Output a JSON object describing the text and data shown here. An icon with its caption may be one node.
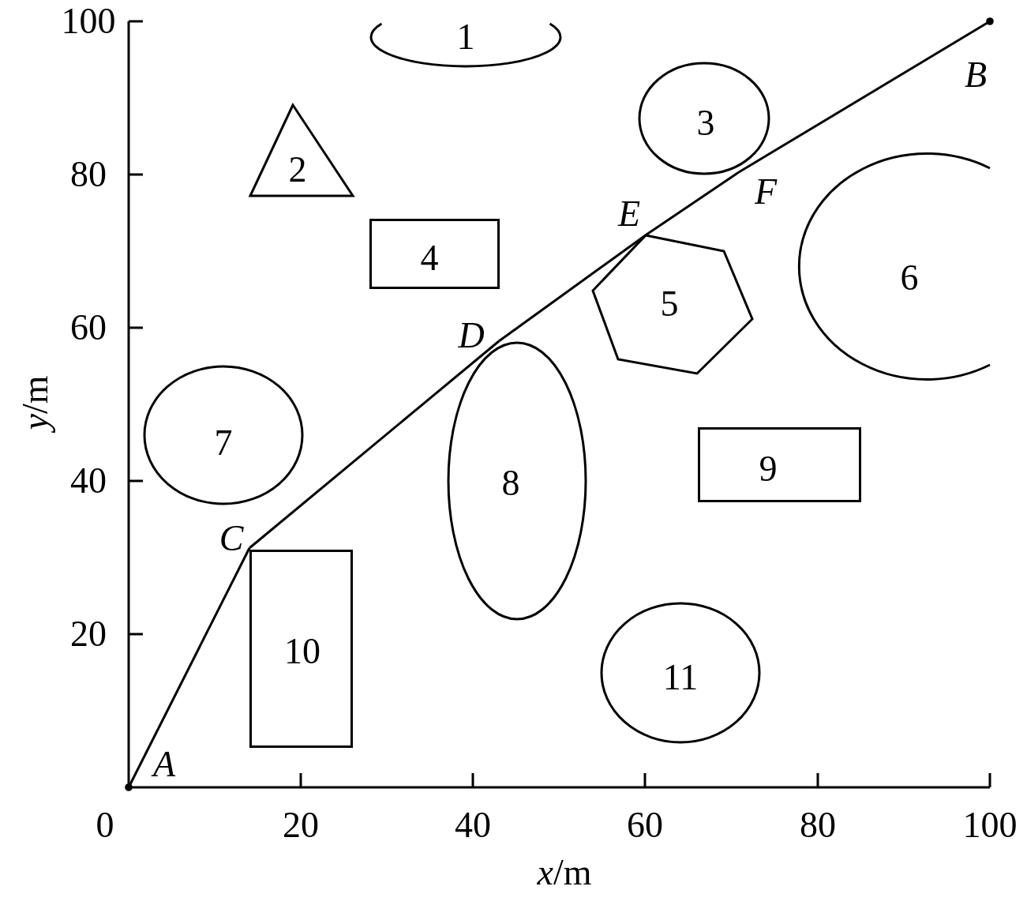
{
  "diagram": {
    "nodes": [
      {
        "text": [
          "1"
        ]
      },
      {
        "text": [
          "2"
        ]
      },
      {
        "text": [
          "3"
        ]
      },
      {
        "text": [
          "4"
        ]
      },
      {
        "text": [
          "5"
        ]
      },
      {
        "text": [
          "6"
        ]
      },
      {
        "text": [
          "7"
        ]
      },
      {
        "text": [
          "8"
        ]
      },
      {
        "text": [
          "9"
        ]
      },
      {
        "text": [
          "10"
        ]
      },
      {
        "text": [
          "11"
        ]
      },
      {
        "text": [
          "A"
        ]
      },
      {
        "text": [
          "C"
        ]
      },
      {
        "text": [
          "D"
        ]
      },
      {
        "text": [
          "E"
        ]
      },
      {
        "text": [
          "F"
        ]
      },
      {
        "text": [
          "B"
        ]
      }
    ],
    "edges": [
      {
        "from": 11,
        "to": 12,
        "arrow": "other"
      },
      {
        "from": 12,
        "to": 13,
        "arrow": "none"
      },
      {
        "from": 13,
        "to": 14,
        "arrow": "none"
      },
      {
        "from": 14,
        "to": 15,
        "arrow": "none"
      },
      {
        "from": 15,
        "to": 16,
        "arrow": "other"
      }
    ],
    "labels": [
      "100",
      "80",
      "60",
      "40",
      "20",
      "*y*/m",
      "0",
      "20",
      "40",
      "60",
      "80",
      "100",
      "*x*/m"
    ]
  }
}
